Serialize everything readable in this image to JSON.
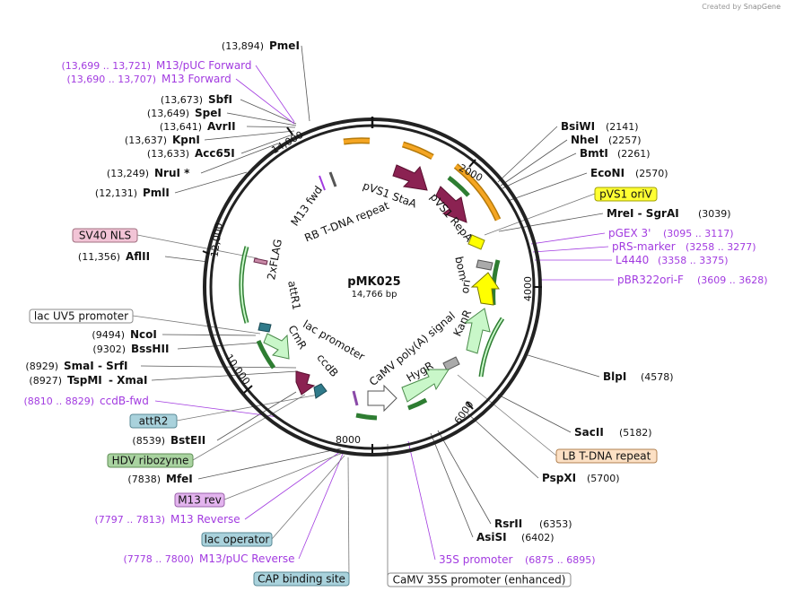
{
  "credit": {
    "prefix": "Created by",
    "brand": "SnapGene"
  },
  "plasmid": {
    "name": "pMK025",
    "size": "14,766 bp"
  },
  "ticks": [
    "2000",
    "4000",
    "6000",
    "8000",
    "10,000",
    "12,000",
    "14,000"
  ],
  "inner_labels": [
    "pVS1 StaA",
    "pVS1 RepA",
    "bom",
    "ori",
    "KanR",
    "CaMV poly(A) signal",
    "HygR",
    "lac promoter",
    "ccdB",
    "CmR",
    "attR1",
    "2xFLAG",
    "M13 fwd",
    "RB T-DNA repeat"
  ],
  "sites": [
    {
      "pos": "(13,894)",
      "name": "PmeI",
      "side": "left"
    },
    {
      "pos": "(13,673)",
      "name": "SbfI",
      "side": "left"
    },
    {
      "pos": "(13,649)",
      "name": "SpeI",
      "side": "left"
    },
    {
      "pos": "(13,641)",
      "name": "AvrII",
      "side": "left"
    },
    {
      "pos": "(13,637)",
      "name": "KpnI",
      "side": "left"
    },
    {
      "pos": "(13,633)",
      "name": "Acc65I",
      "side": "left"
    },
    {
      "pos": "(13,249)",
      "name": "NruI *",
      "side": "left"
    },
    {
      "pos": "(12,131)",
      "name": "PmlI",
      "side": "left"
    },
    {
      "pos": "(11,356)",
      "name": "AflII",
      "side": "left"
    },
    {
      "pos": "(9494)",
      "name": "NcoI",
      "side": "left"
    },
    {
      "pos": "(9302)",
      "name": "BssHII",
      "side": "left"
    },
    {
      "pos": "(8539)",
      "name": "BstEII",
      "side": "left"
    },
    {
      "pos": "(7838)",
      "name": "MfeI",
      "side": "left"
    },
    {
      "pos": "(2141)",
      "name": "BsiWI",
      "side": "right"
    },
    {
      "pos": "(2257)",
      "name": "NheI",
      "side": "right"
    },
    {
      "pos": "(2261)",
      "name": "BmtI",
      "side": "right"
    },
    {
      "pos": "(2570)",
      "name": "EcoNI",
      "side": "right"
    },
    {
      "pos": "(4578)",
      "name": "BlpI",
      "side": "right"
    },
    {
      "pos": "(5182)",
      "name": "SacII",
      "side": "right"
    },
    {
      "pos": "(5700)",
      "name": "PspXI",
      "side": "right"
    },
    {
      "pos": "(6353)",
      "name": "RsrII",
      "side": "right"
    },
    {
      "pos": "(6402)",
      "name": "AsiSI",
      "side": "right"
    }
  ],
  "combo_sites": [
    {
      "pos1": "(8929)",
      "name1": "SmaI",
      "name2": "SrfI"
    },
    {
      "pos1": "(8927)",
      "name1": "TspMI",
      "name2": "XmaI"
    },
    {
      "name1": "MreI",
      "name2": "SgrAI",
      "pos2": "(3039)"
    }
  ],
  "primers": [
    {
      "range": "(13,699 .. 13,721)",
      "name": "M13/pUC Forward",
      "side": "left"
    },
    {
      "range": "(13,690 .. 13,707)",
      "name": "M13 Forward",
      "side": "left"
    },
    {
      "range": "(8810 .. 8829)",
      "name": "ccdB-fwd",
      "side": "left"
    },
    {
      "range": "(7797 .. 7813)",
      "name": "M13 Reverse",
      "side": "left"
    },
    {
      "range": "(7778 .. 7800)",
      "name": "M13/pUC Reverse",
      "side": "left"
    },
    {
      "name": "pGEX 3'",
      "range": "(3095 .. 3117)",
      "side": "right"
    },
    {
      "name": "pRS-marker",
      "range": "(3258 .. 3277)",
      "side": "right"
    },
    {
      "name": "L4440",
      "range": "(3358 .. 3375)",
      "side": "right"
    },
    {
      "name": "pBR322ori-F",
      "range": "(3609 .. 3628)",
      "side": "right"
    },
    {
      "name": "35S promoter",
      "range": "(6875 .. 6895)",
      "side": "right"
    }
  ],
  "boxed_features": [
    {
      "name": "SV40 NLS",
      "fill": "#f2c4d6",
      "stroke": "#a07080"
    },
    {
      "name": "lac UV5 promoter",
      "fill": "#ffffff",
      "stroke": "#8a8a8a"
    },
    {
      "name": "attR2",
      "fill": "#a9d2dc",
      "stroke": "#5a8a96"
    },
    {
      "name": "HDV ribozyme",
      "fill": "#a9d3a0",
      "stroke": "#5f8e55"
    },
    {
      "name": "M13 rev",
      "fill": "#e3b4ee",
      "stroke": "#9a60aa"
    },
    {
      "name": "lac operator",
      "fill": "#a9d2dc",
      "stroke": "#5a8a96"
    },
    {
      "name": "CAP binding site",
      "fill": "#a9d2dc",
      "stroke": "#5a8a96"
    },
    {
      "name": "CaMV 35S promoter (enhanced)",
      "fill": "#ffffff",
      "stroke": "#8a8a8a"
    },
    {
      "name": "pVS1 oriV",
      "fill": "#ffff33",
      "stroke": "#a0a000"
    },
    {
      "name": "LB T-DNA repeat",
      "fill": "#fce0c4",
      "stroke": "#b08050"
    }
  ],
  "colors": {
    "primer": "#a23be0",
    "site": "#000000",
    "backbone": "#000000",
    "green_feature": "#c9f7c9",
    "maroon_feature": "#8b2252",
    "orange_feature": "#f5a623",
    "ori": "#ffff00"
  }
}
